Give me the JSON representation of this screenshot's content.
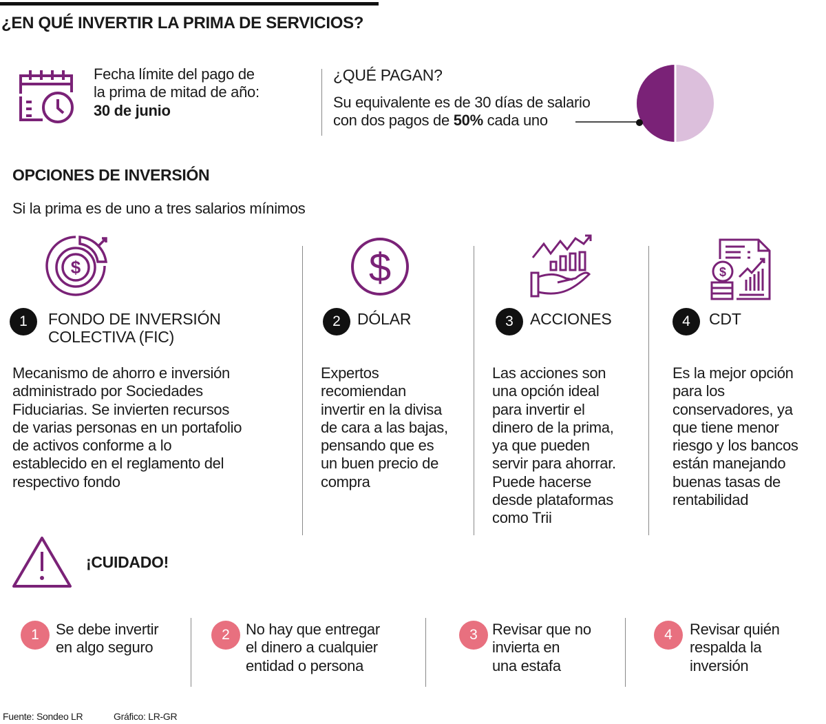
{
  "title": "¿EN QUÉ INVERTIR LA PRIMA DE SERVICIOS?",
  "deadline": {
    "line1": "Fecha límite del pago de",
    "line2": "la prima de mitad de año:",
    "date": "30 de junio",
    "icon": "calendar-clock-icon"
  },
  "payment": {
    "heading": "¿QUÉ PAGAN?",
    "line1": "Su equivalente es de 30 días de salario",
    "line2_pre": "con dos pagos de ",
    "line2_bold": "50%",
    "line2_post": " cada uno",
    "split_percent": [
      50,
      50
    ],
    "colors": [
      "#7a2277",
      "#dcbfdc"
    ]
  },
  "options": {
    "heading": "OPCIONES DE INVERSIÓN",
    "subheading": "Si la prima es de uno a tres salarios mínimos",
    "items": [
      {
        "number": "1",
        "title1": "FONDO DE INVERSIÓN",
        "title2": "COLECTIVA (FIC)",
        "icon": "investment-fund-icon",
        "lines": [
          "Mecanismo de ahorro e inversión",
          "administrado por Sociedades",
          "Fiduciarias. Se invierten recursos",
          "de varias personas en un portafolio",
          "de activos conforme a lo",
          "establecido en el reglamento del",
          "respectivo fondo"
        ]
      },
      {
        "number": "2",
        "title1": "DÓLAR",
        "title2": "",
        "icon": "dollar-coin-icon",
        "lines": [
          "Expertos",
          "recomiendan",
          "invertir en la divisa",
          "de cara a las bajas,",
          "pensando que es",
          "un buen precio de",
          "compra"
        ]
      },
      {
        "number": "3",
        "title1": "ACCIONES",
        "title2": "",
        "icon": "stocks-hand-icon",
        "lines": [
          "Las acciones son",
          "una opción ideal",
          "para invertir el",
          "dinero de la prima,",
          "ya que pueden",
          "servir para ahorrar.",
          "Puede hacerse",
          "desde plataformas",
          "como Trii"
        ]
      },
      {
        "number": "4",
        "title1": "CDT",
        "title2": "",
        "icon": "cdt-document-icon",
        "lines": [
          "Es la mejor opción",
          "para los",
          "conservadores, ya",
          "que tiene menor",
          "riesgo y los bancos",
          "están manejando",
          "buenas tasas de",
          "rentabilidad"
        ]
      }
    ]
  },
  "warning": {
    "heading": "¡CUIDADO!",
    "icon": "warning-triangle-icon",
    "items": [
      {
        "number": "1",
        "lines": [
          "Se debe invertir",
          "en algo seguro"
        ]
      },
      {
        "number": "2",
        "lines": [
          "No hay que entregar",
          "el dinero a cualquier",
          "entidad o persona"
        ]
      },
      {
        "number": "3",
        "lines": [
          "Revisar que no",
          "invierta en",
          "una estafa"
        ]
      },
      {
        "number": "4",
        "lines": [
          "Revisar quién",
          "respalda la",
          "inversión"
        ]
      }
    ]
  },
  "footer": {
    "source": "Fuente: Sondeo LR",
    "graphic": "Gráfico: LR-GR"
  }
}
